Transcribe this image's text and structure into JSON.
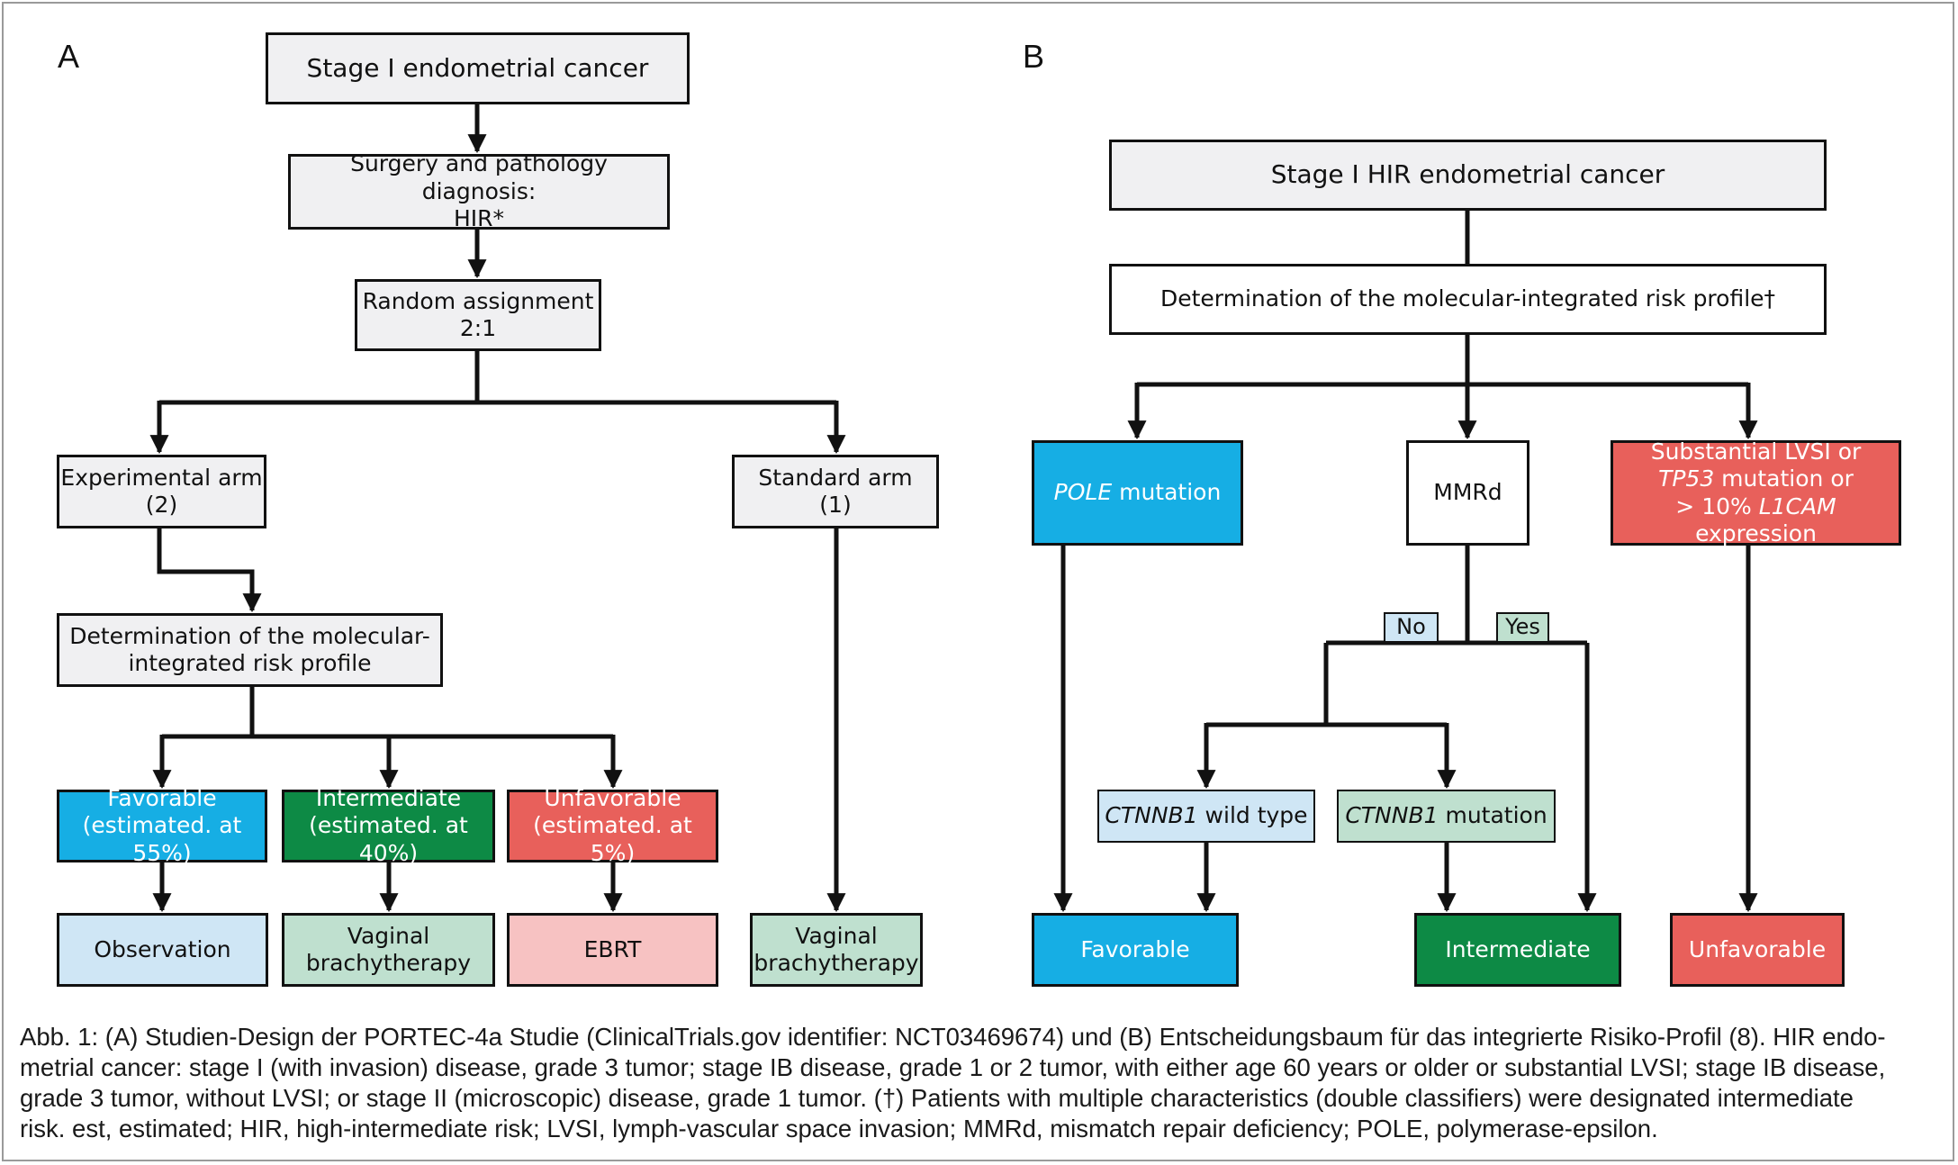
{
  "panels": {
    "a": "A",
    "b": "B"
  },
  "diagram_a": {
    "stage": "Stage I endometrial cancer",
    "surgery": "Surgery and pathology diagnosis:\nHIR*",
    "random": "Random assignment\n2:1",
    "experimental": "Experimental arm\n(2)",
    "standard": "Standard arm\n(1)",
    "determination": "Determination of the molecular-\nintegrated risk profile",
    "favorable": "Favorable\n(estimated. at 55%)",
    "intermediate": "Intermediate\n(estimated. at 40%)",
    "unfavorable": "Unfavorable\n(estimated. at 5%)",
    "observation": "Observation",
    "vaginal_1": "Vaginal\nbrachytherapy",
    "ebrt": "EBRT",
    "vaginal_2": "Vaginal\nbrachytherapy"
  },
  "diagram_b": {
    "stage": "Stage I HIR endometrial cancer",
    "determination": "Determination of the molecular-integrated risk profile†",
    "pole_italic": "POLE",
    "pole_rest": " mutation",
    "mmrd": "MMRd",
    "lvsi_line1": "Substantial LVSI or",
    "lvsi_line2_italic": "TP53",
    "lvsi_line2_rest": " mutation or",
    "lvsi_line3_pre": "> 10% ",
    "lvsi_line3_italic": "L1CAM",
    "lvsi_line3_rest": " expression",
    "no": "No",
    "yes": "Yes",
    "ctnnb1_wt_italic": "CTNNB1",
    "ctnnb1_wt_rest": " wild type",
    "ctnnb1_mut_italic": "CTNNB1",
    "ctnnb1_mut_rest": " mutation",
    "favorable": "Favorable",
    "intermediate": "Intermediate",
    "unfavorable": "Unfavorable"
  },
  "caption": "Abb. 1: (A) Studien-Design der PORTEC-4a Studie (ClinicalTrials.gov identifier: NCT03469674) und (B) Entscheidungsbaum für das integrierte Risiko-Profil (8). HIR endo-\nmetrial cancer: stage I (with invasion) disease, grade 3 tumor; stage IB disease, grade 1 or 2 tumor, with either age 60 years or older or substantial LVSI; stage IB disease,\ngrade 3 tumor, without LVSI; or stage II (microscopic) disease, grade 1 tumor. (†) Patients with multiple characteristics (double classifiers) were designated intermediate\nrisk. est, estimated; HIR, high-intermediate risk; LVSI, lymph-vascular space invasion; MMRd, mismatch repair deficiency; POLE, polymerase-epsilon.",
  "colors": {
    "favorable": "#16aee4",
    "intermediate": "#0d8a45",
    "unfavorable": "#e8605b",
    "light_blue": "#cfe6f5",
    "light_green": "#bfe0cf",
    "pink": "#f7c2c2",
    "gray": "#f0f0f2"
  }
}
